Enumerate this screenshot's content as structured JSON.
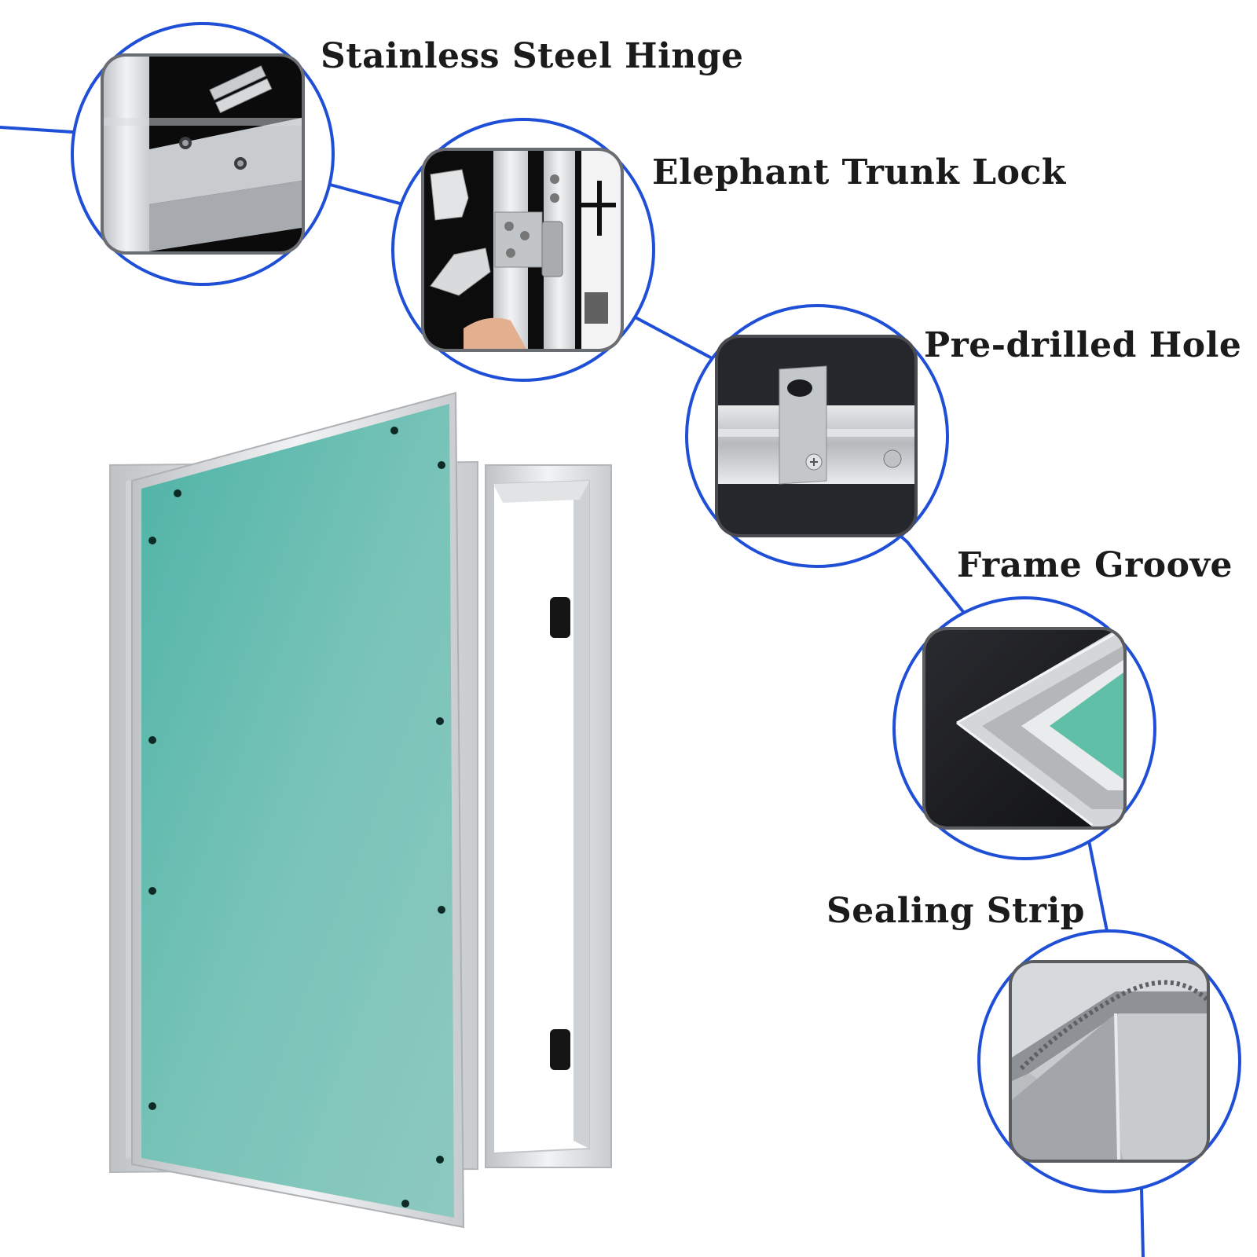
{
  "title": "Access panel features",
  "labels": {
    "hinge": "Stainless Steel Hinge",
    "lock": "Elephant Trunk Lock",
    "hole": "Pre-drilled Hole",
    "groove": "Frame Groove",
    "seal": "Sealing Strip"
  },
  "colors": {
    "connector": "#1f4fd6",
    "panel_board": "#6fbfb3",
    "frame": "#d9dcde",
    "text": "#1b1b1b",
    "inset_dark": "#1e1f24"
  },
  "icons": {
    "callouts": [
      "hinge-closeup-icon",
      "lock-closeup-icon",
      "drilled-hole-closeup-icon",
      "frame-groove-closeup-icon",
      "sealing-strip-closeup-icon"
    ]
  }
}
